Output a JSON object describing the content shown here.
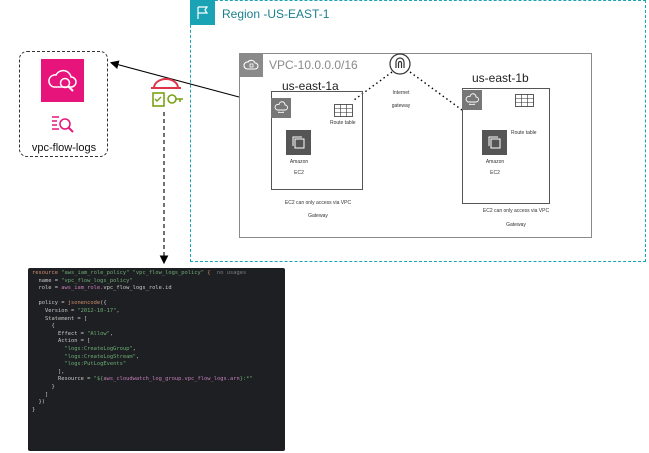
{
  "region": {
    "label": "Region -US-EAST-1",
    "icon": "flag-icon"
  },
  "vpc": {
    "label": "VPC-10.0.0.0/16",
    "icon": "cloud-icon"
  },
  "internet_gateway": {
    "label_line1": "Internet",
    "label_line2": "gateway",
    "icon": "internet-gateway-icon"
  },
  "az_a": {
    "label": "us-east-1a",
    "route_table": "Route table",
    "ec2_line1": "Amazon",
    "ec2_line2": "EC2",
    "note_line1": "EC2 can only access via VPC",
    "note_line2": "Gateway"
  },
  "az_b": {
    "label": "us-east-1b",
    "route_table": "Route table",
    "ec2_line1": "Amazon",
    "ec2_line2": "EC2",
    "note_line1": "EC2 can only access via VPC",
    "note_line2": "Gateway"
  },
  "flow_logs": {
    "label": "vpc-flow-logs",
    "icon": "cloudwatch-logs-icon"
  },
  "iam_icon": "iam-role-icon",
  "code": {
    "lines": [
      [
        {
          "t": "resource ",
          "c": "kw"
        },
        {
          "t": "\"aws_iam_role_policy\" \"vpc_flow_logs_policy\" ",
          "c": "str"
        },
        {
          "t": "{",
          "c": "kw"
        },
        {
          "t": "  no usages",
          "c": "dim"
        }
      ],
      [
        {
          "t": "  name = ",
          "c": ""
        },
        {
          "t": "\"vpc_flow_logs_policy\"",
          "c": "str"
        }
      ],
      [
        {
          "t": "  role = ",
          "c": ""
        },
        {
          "t": "aws_iam_role.",
          "c": "ref"
        },
        {
          "t": "vpc_flow_logs_role.id",
          "c": ""
        }
      ],
      [
        {
          "t": "",
          "c": ""
        }
      ],
      [
        {
          "t": "  policy = ",
          "c": ""
        },
        {
          "t": "jsonencode",
          "c": "kw"
        },
        {
          "t": "({",
          "c": ""
        }
      ],
      [
        {
          "t": "    Version = ",
          "c": ""
        },
        {
          "t": "\"2012-10-17\"",
          "c": "str"
        },
        {
          "t": ",",
          "c": ""
        }
      ],
      [
        {
          "t": "    Statement = [",
          "c": ""
        }
      ],
      [
        {
          "t": "      {",
          "c": ""
        }
      ],
      [
        {
          "t": "        Effect = ",
          "c": ""
        },
        {
          "t": "\"Allow\"",
          "c": "str"
        },
        {
          "t": ",",
          "c": ""
        }
      ],
      [
        {
          "t": "        Action = [",
          "c": ""
        }
      ],
      [
        {
          "t": "          \"logs:CreateLogGroup\"",
          "c": "str"
        },
        {
          "t": ",",
          "c": ""
        }
      ],
      [
        {
          "t": "          \"logs:CreateLogStream\"",
          "c": "str"
        },
        {
          "t": ",",
          "c": ""
        }
      ],
      [
        {
          "t": "          \"logs:PutLogEvents\"",
          "c": "str"
        }
      ],
      [
        {
          "t": "        ],",
          "c": ""
        }
      ],
      [
        {
          "t": "        Resource = ",
          "c": ""
        },
        {
          "t": "\"${",
          "c": "str"
        },
        {
          "t": "aws_cloudwatch_log_group.vpc_flow_logs.arn",
          "c": "ref"
        },
        {
          "t": "}:*\"",
          "c": "str"
        }
      ],
      [
        {
          "t": "      }",
          "c": ""
        }
      ],
      [
        {
          "t": "    ]",
          "c": ""
        }
      ],
      [
        {
          "t": "  })",
          "c": ""
        }
      ],
      [
        {
          "t": "}",
          "c": ""
        }
      ]
    ]
  },
  "colors": {
    "region_border": "#1aa3b5",
    "cloudwatch": "#e7157b",
    "iam": "#dd344c",
    "iam_accent": "#7aa116",
    "code_bg": "#1e1f22"
  }
}
